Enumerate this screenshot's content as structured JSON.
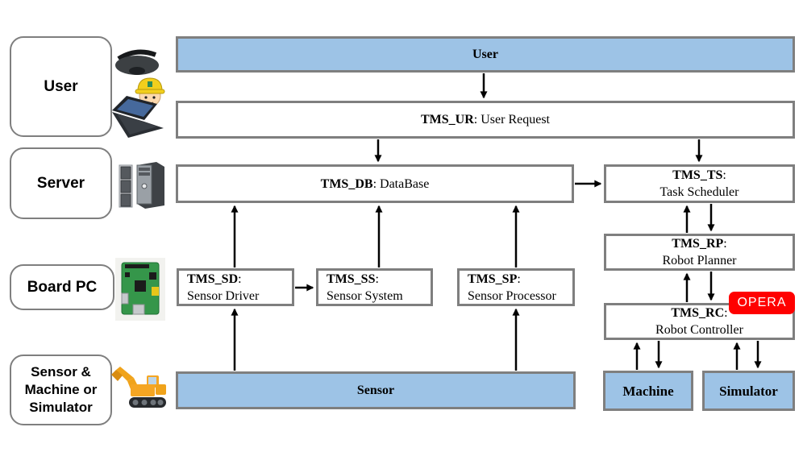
{
  "diagram_type": "system-architecture",
  "left_panel": {
    "items": [
      {
        "label": "User",
        "icon_names": [
          "vr-headset-icon",
          "construction-worker-icon",
          "laptop-icon"
        ]
      },
      {
        "label": "Server",
        "icon_names": [
          "server-tower-icon"
        ]
      },
      {
        "label": "Board PC",
        "icon_names": [
          "raspberry-pi-icon"
        ]
      },
      {
        "lines": [
          "Sensor &",
          "Machine or",
          "Simulator"
        ],
        "icon_names": [
          "excavator-icon"
        ]
      }
    ]
  },
  "layers": {
    "user_bar": "User",
    "sensor_bar": "Sensor",
    "machine": "Machine",
    "simulator": "Simulator"
  },
  "modules": {
    "tms_ur": {
      "code": "TMS_UR",
      "desc": "User Request"
    },
    "tms_db": {
      "code": "TMS_DB",
      "desc": "DataBase"
    },
    "tms_ts": {
      "code": "TMS_TS",
      "desc": "Task Scheduler"
    },
    "tms_rp": {
      "code": "TMS_RP",
      "desc": "Robot Planner"
    },
    "tms_rc": {
      "code": "TMS_RC",
      "desc": "Robot Controller"
    },
    "tms_sd": {
      "code": "TMS_SD",
      "desc": "Sensor Driver"
    },
    "tms_ss": {
      "code": "TMS_SS",
      "desc": "Sensor System"
    },
    "tms_sp": {
      "code": "TMS_SP",
      "desc": "Sensor Processor"
    }
  },
  "badge": {
    "label": "OPERA"
  },
  "sep": {
    "colon": ":",
    "colon_space": ": "
  },
  "colors": {
    "layer_blue": "#9DC3E6",
    "border_gray": "#7F7F7F",
    "badge_red": "#FF0000",
    "arrow": "#000000"
  },
  "edges": [
    {
      "from": "User",
      "to": "TMS_UR"
    },
    {
      "from": "TMS_UR",
      "to": "TMS_DB"
    },
    {
      "from": "TMS_UR",
      "to": "TMS_TS"
    },
    {
      "from": "TMS_DB",
      "to": "TMS_TS"
    },
    {
      "from": "TMS_SD",
      "to": "TMS_DB"
    },
    {
      "from": "TMS_SS",
      "to": "TMS_DB"
    },
    {
      "from": "TMS_SP",
      "to": "TMS_DB"
    },
    {
      "from": "TMS_SD",
      "to": "TMS_SS"
    },
    {
      "from": "Sensor",
      "to": "TMS_SD"
    },
    {
      "from": "Sensor",
      "to": "TMS_SP"
    },
    {
      "from": "TMS_TS",
      "to": "TMS_RP",
      "bidirectional": true
    },
    {
      "from": "TMS_RP",
      "to": "TMS_RC",
      "bidirectional": true
    },
    {
      "from": "TMS_RC",
      "to": "Machine",
      "bidirectional": true
    },
    {
      "from": "TMS_RC",
      "to": "Simulator",
      "bidirectional": true
    }
  ]
}
